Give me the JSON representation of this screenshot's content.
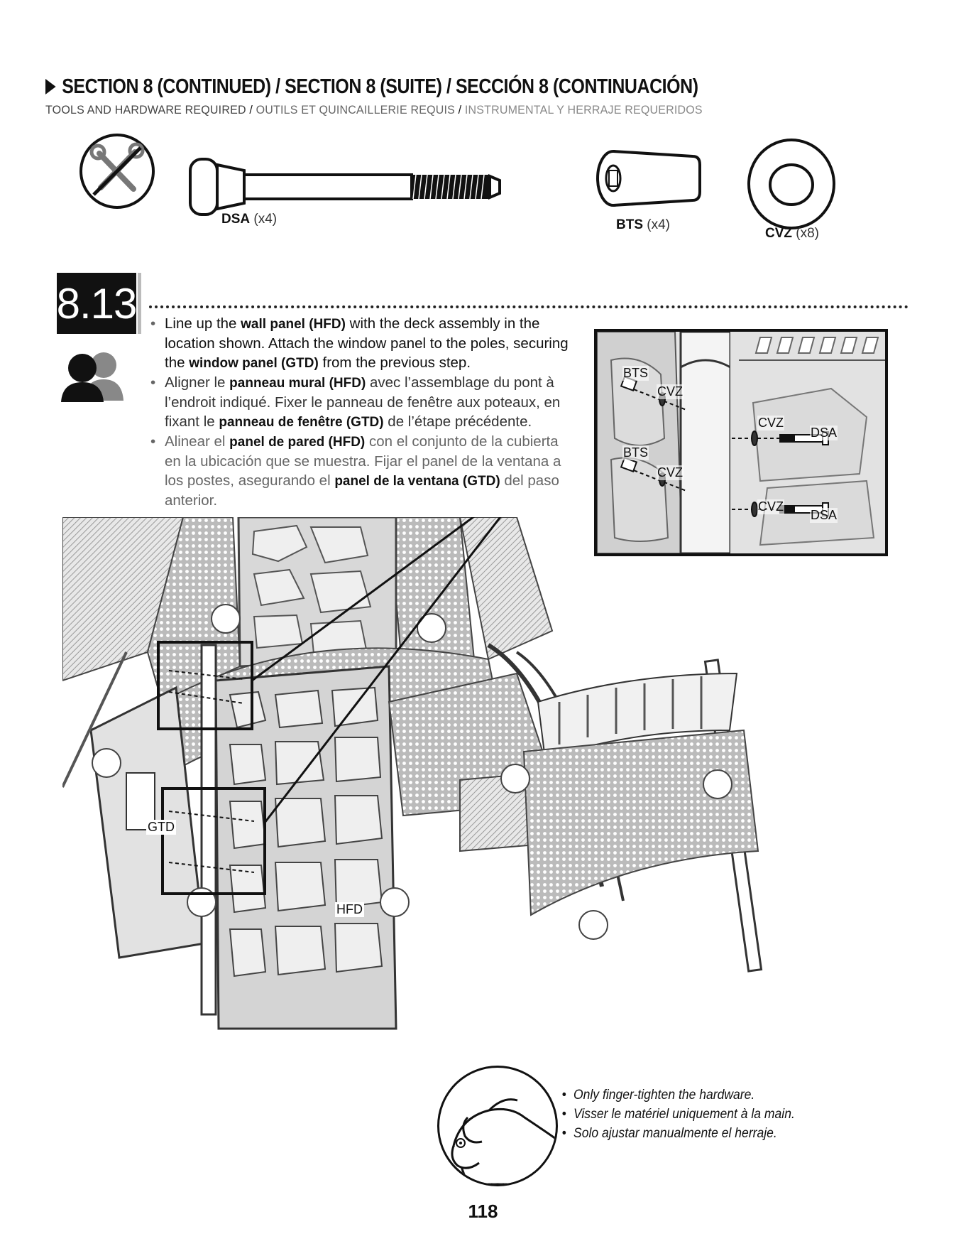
{
  "header": {
    "title": "SECTION 8 (CONTINUED) / SECTION 8 (SUITE) / SECCIÓN 8 (CONTINUACIÓN)",
    "tools_en": "TOOLS AND HARDWARE REQUIRED",
    "tools_fr": "OUTILS ET QUINCAILLERIE REQUIS",
    "tools_es": "INSTRUMENTAL Y HERRAJE REQUERIDOS",
    "separator": " / "
  },
  "hardware": [
    {
      "code": "DSA",
      "qty": "(x4)"
    },
    {
      "code": "BTS",
      "qty": "(x4)"
    },
    {
      "code": "CVZ",
      "qty": "(x8)"
    }
  ],
  "step": {
    "number": "8.13",
    "en": {
      "a": "Line up the ",
      "b1": "wall panel (HFD)",
      "c": " with the deck assembly in the location shown. Attach the window panel to the poles, securing the ",
      "b2": "window panel (GTD)",
      "d": " from the previous step."
    },
    "fr": {
      "a": "Aligner le ",
      "b1": "panneau mural (HFD)",
      "c": " avec l’assemblage du pont à l’endroit indiqué. Fixer le panneau de fenêtre aux poteaux, en fixant le ",
      "b2": "panneau de fenêtre (GTD)",
      "d": " de l’étape précédente."
    },
    "es": {
      "a": "Alinear el ",
      "b1": "panel de pared (HFD)",
      "c": " con el conjunto de la cubierta en la ubicación que se muestra. Fijar el panel de la ventana a los postes, asegurando el ",
      "b2": "panel de la ventana (GTD)",
      "d": " del paso anterior."
    }
  },
  "zoom_labels": {
    "bts": "BTS",
    "cvz": "CVZ",
    "dsa": "DSA"
  },
  "part_labels": {
    "gtd": "GTD",
    "hfd": "HFD"
  },
  "note": {
    "en": "Only finger-tighten the hardware.",
    "fr": "Visser le matériel uniquement à la main.",
    "es": "Solo ajustar manualmente el herraje."
  },
  "page_number": "118",
  "icons": [
    "no-tools-icon",
    "two-person-icon",
    "finger-tighten-icon"
  ]
}
